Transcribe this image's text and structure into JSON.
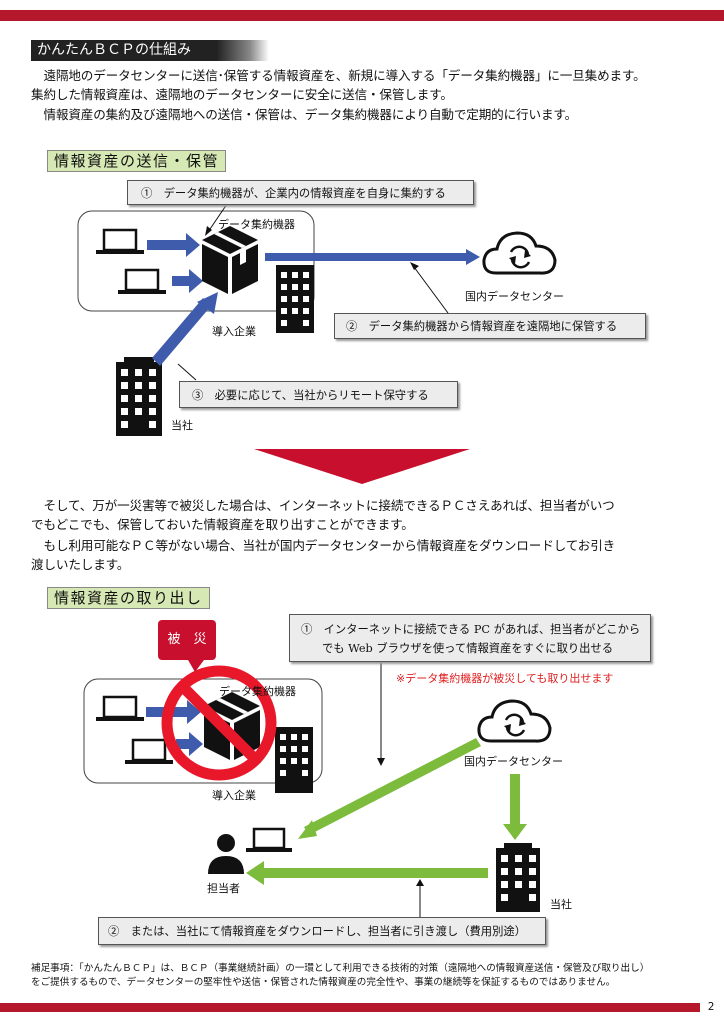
{
  "page": {
    "number": "2"
  },
  "section_title": "かんたんＢＣＰの仕組み",
  "intro": {
    "line1": "　遠隔地のデータセンターに送信･保管する情報資産を、新規に導入する「データ集約機器」に一旦集めます。",
    "line2": "集約した情報資産は、遠隔地のデータセンターに安全に送信・保管します。",
    "line3": "　情報資産の集約及び遠隔地への送信・保管は、データ集約機器により自動で定期的に行います。"
  },
  "diagram1": {
    "label": "情報資産の送信・保管",
    "callout1": "①　データ集約機器が、企業内の情報資産を自身に集約する",
    "device_label": "データ集約機器",
    "company_label": "導入企業",
    "datacenter_label": "国内データセンター",
    "callout2": "②　データ集約機器から情報資産を遠隔地に保管する",
    "callout3": "③　必要に応じて、当社からリモート保守する",
    "our_company_label": "当社"
  },
  "middle": {
    "line1": "　そして、万が一災害等で被災した場合は、インターネットに接続できるＰＣさえあれば、担当者がいつ",
    "line2": "でもどこでも、保管しておいた情報資産を取り出すことができます。",
    "line3": "　もし利用可能なＰＣ等がない場合、当社が国内データセンターから情報資産をダウンロードしてお引き",
    "line4": "渡しいたします。"
  },
  "diagram2": {
    "label": "情報資産の取り出し",
    "disaster_badge": "被　災",
    "callout1_line1": "①　インターネットに接続できる PC があれば、担当者がどこから",
    "callout1_line2": "でも Web ブラウザを使って情報資産をすぐに取り出せる",
    "red_note": "※データ集約機器が被災しても取り出せます",
    "device_label": "データ集約機器",
    "company_label": "導入企業",
    "datacenter_label": "国内データセンター",
    "person_label": "担当者",
    "our_company_label": "当社",
    "callout2": "②　または、当社にて情報資産をダウンロードし、担当者に引き渡し（費用別途）"
  },
  "footnote": {
    "line1": "補足事項：「かんたんＢＣＰ」は、ＢＣＰ（事業継続計画）の一環として利用できる技術的対策（遠隔地への情報資産送信・保管及び取り出し）",
    "line2": "をご提供するもので、データセンターの堅牢性や送信・保管された情報資産の完全性や、事業の継続等を保証するものではありません。"
  },
  "colors": {
    "brand_red": "#b4182a",
    "label_green": "#d6e8b4",
    "arrow_blue": "#3f5bab",
    "arrow_green": "#7cbb3c",
    "prohibit_red": "#e8182a"
  }
}
